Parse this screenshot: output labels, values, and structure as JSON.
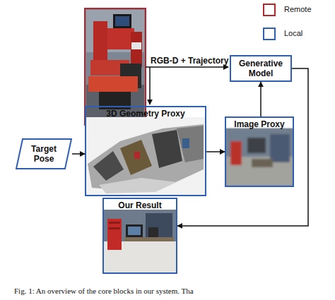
{
  "diagram": {
    "caption": "Fig. 1: An overview of the core blocks in our system. Tha",
    "nodes": [
      {
        "text": [
          "Generative Model"
        ]
      },
      {
        "text": [
          "3D Geometry Proxy"
        ]
      },
      {
        "text": [
          "Target Pose"
        ]
      },
      {
        "text": [
          "Image Proxy"
        ]
      },
      {
        "text": [
          "Our Result"
        ]
      }
    ],
    "edges": [
      {
        "from": 2,
        "to": 1,
        "arrow": "to"
      },
      {
        "from": 1,
        "to": 3,
        "arrow": "to"
      },
      {
        "from": 3,
        "to": 0,
        "arrow": "to"
      },
      {
        "from": 0,
        "to": 4,
        "arrow": "to"
      }
    ],
    "labels": [
      "RGB-D + Trajectory"
    ],
    "legend": [
      {
        "text": "Remote",
        "color": "#b3262b"
      },
      {
        "text": "Local",
        "color": "#2f5fb3"
      }
    ]
  }
}
